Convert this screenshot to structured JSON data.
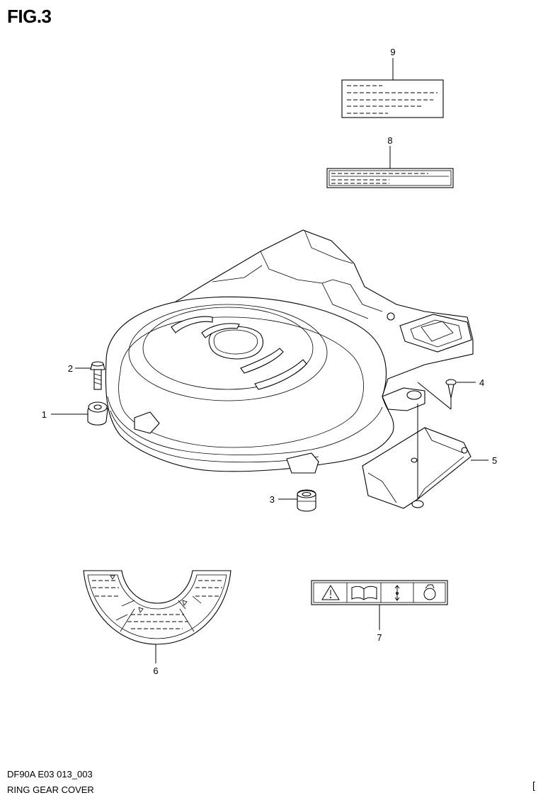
{
  "figure": {
    "title": "FIG.3",
    "model_code": "DF90A E03 013_003",
    "part_group": "RING GEAR COVER",
    "corner_mark": "["
  },
  "callouts": [
    "1",
    "2",
    "3",
    "4",
    "5",
    "6",
    "7",
    "8",
    "9"
  ]
}
